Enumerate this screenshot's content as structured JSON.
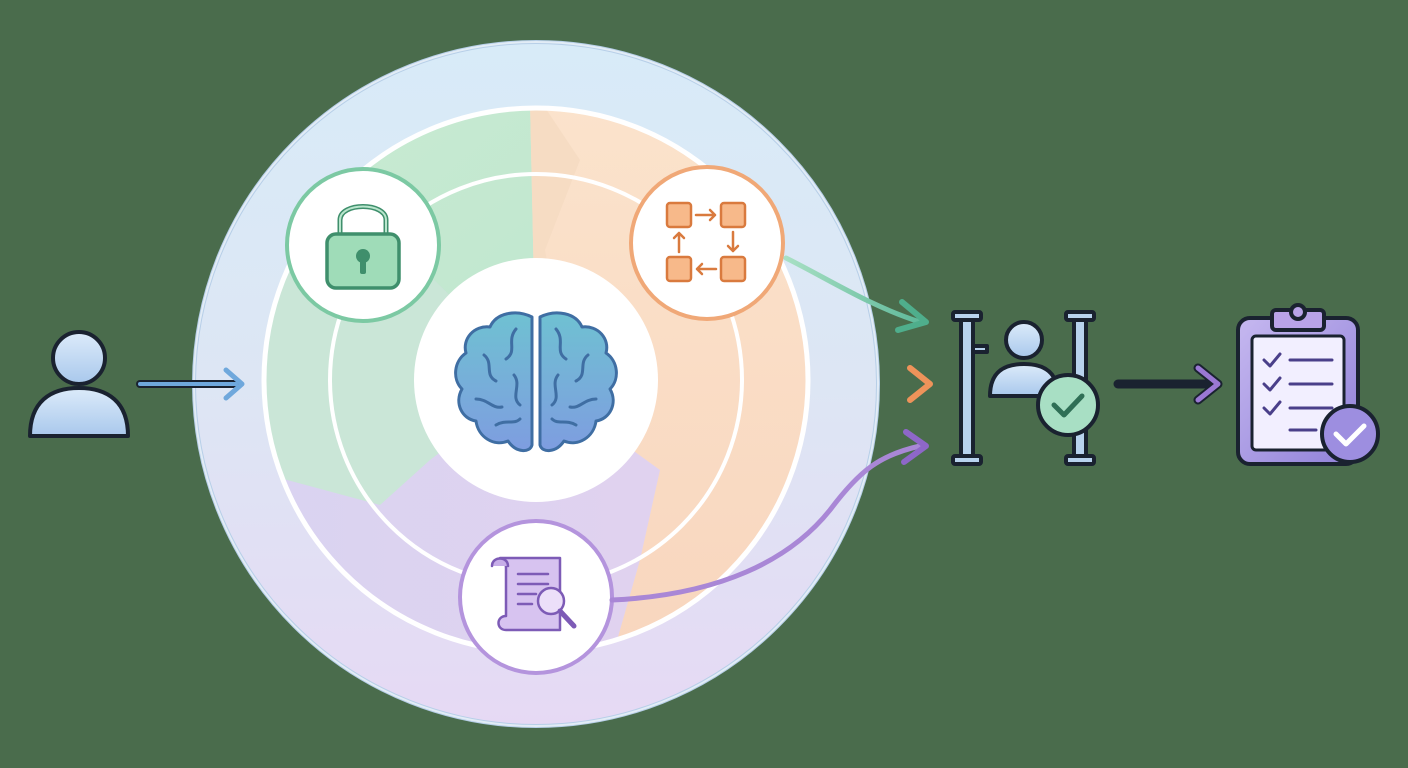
{
  "diagram": {
    "background": "#4a6c4c",
    "stroke_dark": "#1a2230",
    "accents": {
      "blue": "#6fa8dc",
      "green": "#6cc3a0",
      "orange": "#f4a86f",
      "purple": "#a987d6"
    },
    "input": {
      "icon": "user-icon"
    },
    "core": {
      "center_icon": "brain-icon",
      "nodes": [
        {
          "id": "security",
          "icon": "padlock-icon",
          "color": "#6cc3a0"
        },
        {
          "id": "workflow",
          "icon": "process-flow-icon",
          "color": "#f4a86f"
        },
        {
          "id": "document-review",
          "icon": "document-search-icon",
          "color": "#a987d6"
        }
      ]
    },
    "checkpoint": {
      "icon": "person-verified-gate-icon"
    },
    "output": {
      "icon": "approved-checklist-icon"
    },
    "connections": [
      {
        "from": "user",
        "to": "core",
        "color": "#6fa8dc"
      },
      {
        "from": "workflow",
        "to": "checkpoint",
        "color": "#6cc3a0"
      },
      {
        "from": "core",
        "to": "checkpoint",
        "color": "#f4a86f"
      },
      {
        "from": "document-review",
        "to": "checkpoint",
        "color": "#a987d6"
      },
      {
        "from": "checkpoint",
        "to": "output",
        "color": "#a987d6"
      }
    ]
  }
}
